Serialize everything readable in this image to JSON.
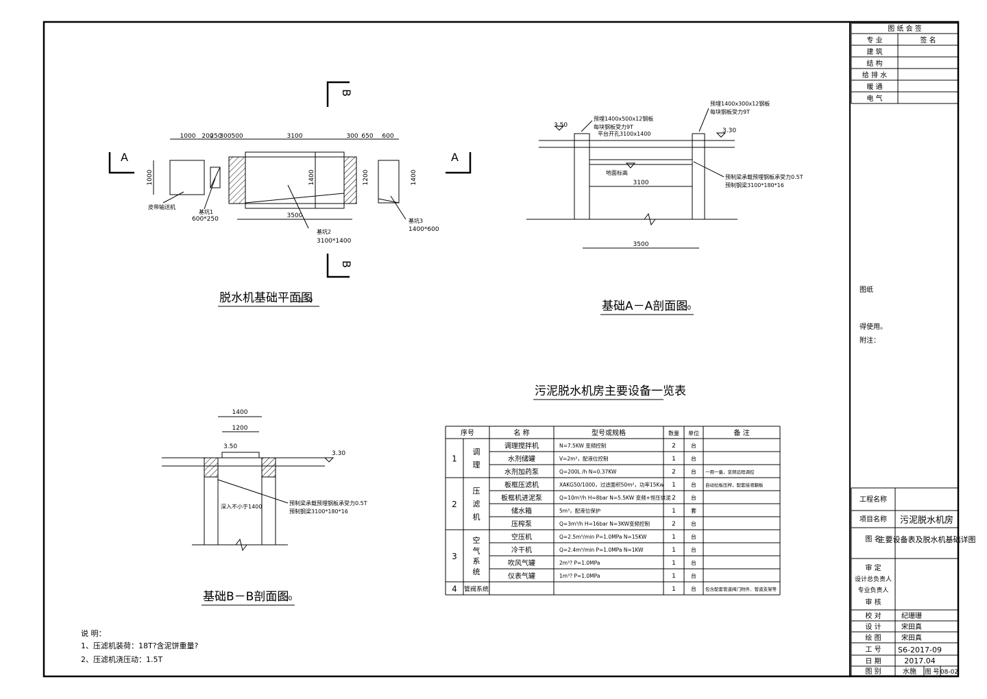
{
  "sign_block": {
    "title": "图 纸 会 签",
    "header": [
      "专  业",
      "签  名"
    ],
    "rows": [
      "建  筑",
      "结  构",
      "给 排 水",
      "暖  通",
      "电  气"
    ]
  },
  "notes_side": {
    "line1": "图纸",
    "line2": "得使用。",
    "line3": "附注："
  },
  "title_block": {
    "project_name_label": "工程名称",
    "project_name": "",
    "item_label": "项目名称",
    "item_value": "污泥脱水机房",
    "drawing_label": "图  名",
    "drawing_value": "主要设备表及脱水机基础详图",
    "approve": "审  定",
    "design_lead": "设计总负责人",
    "discipline_lead": "专业负责人",
    "review": "审  核",
    "check_label": "校  对",
    "check_name": "纪珊珊",
    "design_label": "设  计",
    "design_name": "宋田真",
    "draw_label": "绘  图",
    "draw_name": "宋田真",
    "job_label": "工  号",
    "job_value": "S6-2017-09",
    "date_label": "日  期",
    "date_value": "2017.04",
    "category_label": "图  别",
    "category_value": "水施",
    "sheet_label": "图 号",
    "sheet_value": "08-02"
  },
  "plan": {
    "title": "脱水机基础平面图",
    "scale": "1:50",
    "section_a": "A",
    "section_b": "B",
    "dims_top": [
      "1000",
      "200",
      "250",
      "300",
      "500",
      "3100",
      "300",
      "650",
      "600"
    ],
    "dim_left": "1000",
    "dim_1400": "1400",
    "dim_1200": "1200",
    "dim_1400b": "1400",
    "dim_3500": "3500",
    "label_pump": "皮带输送机",
    "label_pit1": "基坑1",
    "label_pit1_size": "600*250",
    "label_pit2": "基坑2",
    "label_pit2_size": "3100*1400",
    "label_pit3": "基坑3",
    "label_pit3_size": "1400*600"
  },
  "section_aa": {
    "title": "基础A－A剖面图",
    "scale": "1:50",
    "elev_left": "3.50",
    "elev_right": "3.30",
    "note_left_1": "预埋1400x500x12钢板",
    "note_left_2": "每块钢板受力9T",
    "note_right_1": "预埋1400x300x12钢板",
    "note_right_2": "每块钢板受力9T",
    "platform": "平台开孔3100x1400",
    "floor": "地面标高",
    "dim_3100": "3100",
    "dim_3500": "3500",
    "beam_note_1": "预制梁承载预埋钢板承受力0.5T",
    "beam_note_2": "预制钢梁3100*180*16"
  },
  "section_bb": {
    "title": "基础B－B剖面图",
    "scale": "1:50",
    "dim_1400": "1400",
    "dim_1200": "1200",
    "elev_left": "3.50",
    "elev_right": "3.30",
    "depth_note": "深入不小于1400",
    "beam_note_1": "预制梁承载预埋钢板承受力0.5T",
    "beam_note_2": "预制钢梁3100*180*16"
  },
  "notes": {
    "title": "说  明：",
    "line1": "1、压滤机装荷：18T?含泥饼重量?",
    "line2": "2、压滤机浇压动：1.5T"
  },
  "equipment_table": {
    "title": "污泥脱水机房主要设备一览表",
    "headers": [
      "序号",
      "名  称",
      "型号或规格",
      "数量",
      "单位",
      "备  注"
    ],
    "groups": [
      {
        "no": "1",
        "system": "调理",
        "rows": [
          {
            "name": "调理搅拌机",
            "spec": "N=7.5KW  变频控制",
            "qty": "2",
            "unit": "台",
            "remark": ""
          },
          {
            "name": "水剂储罐",
            "spec": "V=2m³，配液位控制",
            "qty": "1",
            "unit": "台",
            "remark": ""
          },
          {
            "name": "水剂加药泵",
            "spec": "Q=200L /h  N=0.37KW",
            "qty": "2",
            "unit": "台",
            "remark": "一用一备，变频远程调控"
          }
        ]
      },
      {
        "no": "2",
        "system": "压滤机",
        "rows": [
          {
            "name": "板框压滤机",
            "spec": "XAKG50/1000，过滤面积50m²，功率15Kw",
            "qty": "1",
            "unit": "台",
            "remark": "自动拉板压榨，配套接液翻板"
          },
          {
            "name": "板框机进泥泵",
            "spec": "Q=10m³/h H=8bar N=5.5KW 变频+恒压供泥",
            "qty": "2",
            "unit": "台",
            "remark": ""
          },
          {
            "name": "储水箱",
            "spec": "5m³，配液位保护",
            "qty": "1",
            "unit": "套",
            "remark": ""
          },
          {
            "name": "压榨泵",
            "spec": "Q=3m³/h H=16bar N=3KW变频控制",
            "qty": "2",
            "unit": "台",
            "remark": ""
          }
        ]
      },
      {
        "no": "3",
        "system": "空气系统",
        "rows": [
          {
            "name": "空压机",
            "spec": "Q=2.5m³/min P=1.0MPa N=15KW",
            "qty": "1",
            "unit": "台",
            "remark": ""
          },
          {
            "name": "冷干机",
            "spec": "Q=2.4m³/min P=1.0MPa N=1KW",
            "qty": "1",
            "unit": "台",
            "remark": ""
          },
          {
            "name": "吹风气罐",
            "spec": "2m³? P=1.0MPa",
            "qty": "1",
            "unit": "台",
            "remark": ""
          },
          {
            "name": "仪表气罐",
            "spec": "1m³? P=1.0MPa",
            "qty": "1",
            "unit": "台",
            "remark": ""
          }
        ]
      },
      {
        "no": "4",
        "system": "管阀系统",
        "rows": [
          {
            "name": "",
            "spec": "",
            "qty": "1",
            "unit": "台",
            "remark": "包含配套管道阀门附件、管道支架等"
          }
        ]
      }
    ]
  }
}
